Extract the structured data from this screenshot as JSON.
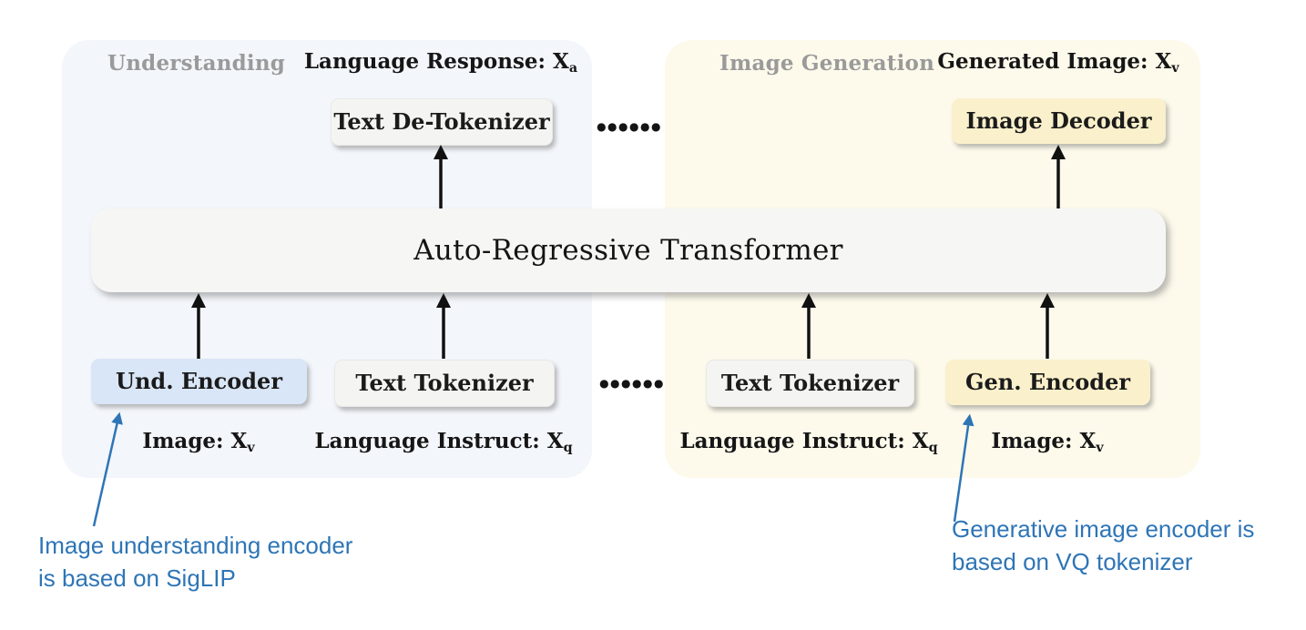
{
  "figure": {
    "type": "model-architecture-diagram",
    "transformer_label": "Auto-Regressive Transformer"
  },
  "panels": {
    "understanding": {
      "header": "Understanding",
      "output_label": {
        "text": "Language Response: X",
        "sub": "a"
      },
      "detokenizer": "Text De-Tokenizer",
      "encoder": "Und. Encoder",
      "tokenizer": "Text Tokenizer",
      "image_input": {
        "text": "Image: X",
        "sub": "v"
      },
      "instruct_input": {
        "text": "Language Instruct: X",
        "sub": "q"
      }
    },
    "generation": {
      "header": "Image Generation",
      "output_label": {
        "text": "Generated Image: X",
        "sub": "v"
      },
      "decoder": "Image Decoder",
      "tokenizer": "Text Tokenizer",
      "encoder": "Gen. Encoder",
      "instruct_input": {
        "text": "Language Instruct: X",
        "sub": "q"
      },
      "image_input": {
        "text": "Image: X",
        "sub": "v"
      }
    }
  },
  "ellipsis": {
    "top": "●●●●●●",
    "bottom": "●●●●●●"
  },
  "annotations": {
    "left": {
      "line1": "Image understanding encoder",
      "line2": "is based on SigLIP"
    },
    "right": {
      "line1": "Generative image encoder is",
      "line2": "based on VQ tokenizer"
    }
  },
  "colors": {
    "annotation_blue": "#2e75b6",
    "understanding_panel": "#f3f6fb",
    "generation_panel": "#fdfaeb",
    "understanding_encoder_box": "#d9e6f7",
    "generation_encoder_box": "#faf0cb",
    "neutral_box": "#f4f4f2",
    "transformer_bar": "#f6f6f5",
    "arrow_black": "#111111"
  }
}
